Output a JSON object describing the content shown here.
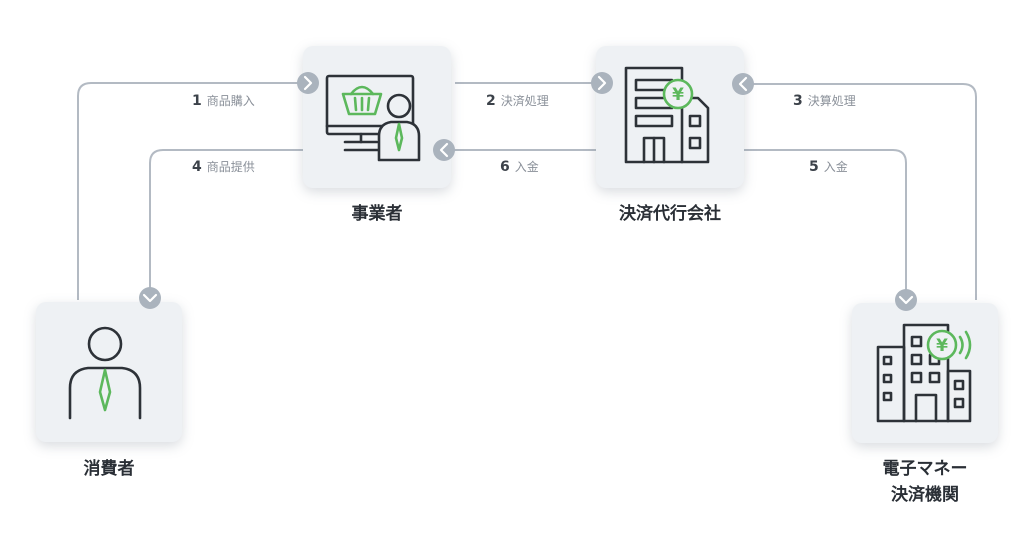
{
  "nodes": {
    "business": {
      "label": "事業者"
    },
    "payment_agent": {
      "label": "決済代行会社"
    },
    "consumer": {
      "label": "消費者"
    },
    "emoney": {
      "label_line1": "電子マネー",
      "label_line2": "決済機関"
    }
  },
  "edges": [
    {
      "num": "1",
      "text": "商品購入"
    },
    {
      "num": "2",
      "text": "決済処理"
    },
    {
      "num": "3",
      "text": "決算処理"
    },
    {
      "num": "4",
      "text": "商品提供"
    },
    {
      "num": "5",
      "text": "入金"
    },
    {
      "num": "6",
      "text": "入金"
    }
  ],
  "icons": {
    "yen_symbol": "¥",
    "business": "person-at-computer-with-basket-icon",
    "payment_agent": "office-building-with-yen-icon",
    "consumer": "person-with-tie-icon",
    "emoney": "building-with-yen-contactless-icon"
  },
  "colors": {
    "accent": "#5cb85c",
    "line": "#b3bac3",
    "arrow": "#aab3bd",
    "card": "#eef1f4",
    "text": "#2a2f36"
  }
}
